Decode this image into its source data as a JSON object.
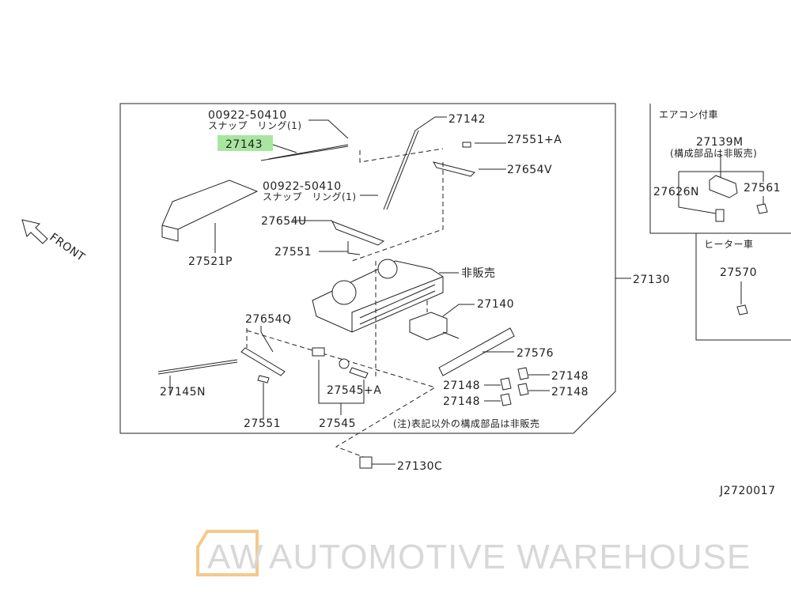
{
  "diagram": {
    "id": "J2720017",
    "watermark": {
      "logo": "AW",
      "text": "AUTOMOTIVE WAREHOUSE",
      "accent": "#f5c98a"
    },
    "front_label": "FRONT",
    "highlight_color": "#a8e6a0",
    "labels": {
      "snap_ring_1_part": "00922-50410",
      "snap_ring_1_desc": "スナップ　リング(1)",
      "p27143": "27143",
      "p27142": "27142",
      "p27551a": "27551+A",
      "p27654v": "27654V",
      "snap_ring_2_part": "00922-50410",
      "snap_ring_2_desc": "スナップ　リング(1)",
      "p27654u": "27654U",
      "p27551_top": "27551",
      "p27521p": "27521P",
      "not_sold": "非販売",
      "p27130": "27130",
      "p27140": "27140",
      "p27654q": "27654Q",
      "p27576": "27576",
      "p27148_a": "27148",
      "p27148_b": "27148",
      "p27148_c": "27148",
      "p27148_d": "27148",
      "p27145n": "27145N",
      "p27545a": "27545+A",
      "p27551_bottom": "27551",
      "p27545": "27545",
      "note": "(注)表記以外の構成部品は非販売",
      "p27130c": "27130C"
    },
    "aircon_box": {
      "title": "エアコン付車",
      "p27139m": "27139M",
      "p27139m_note": "(構成部品は非販売)",
      "p27626n": "27626N",
      "p27561": "27561"
    },
    "heater_box": {
      "title": "ヒーター車",
      "p27570": "27570"
    }
  }
}
